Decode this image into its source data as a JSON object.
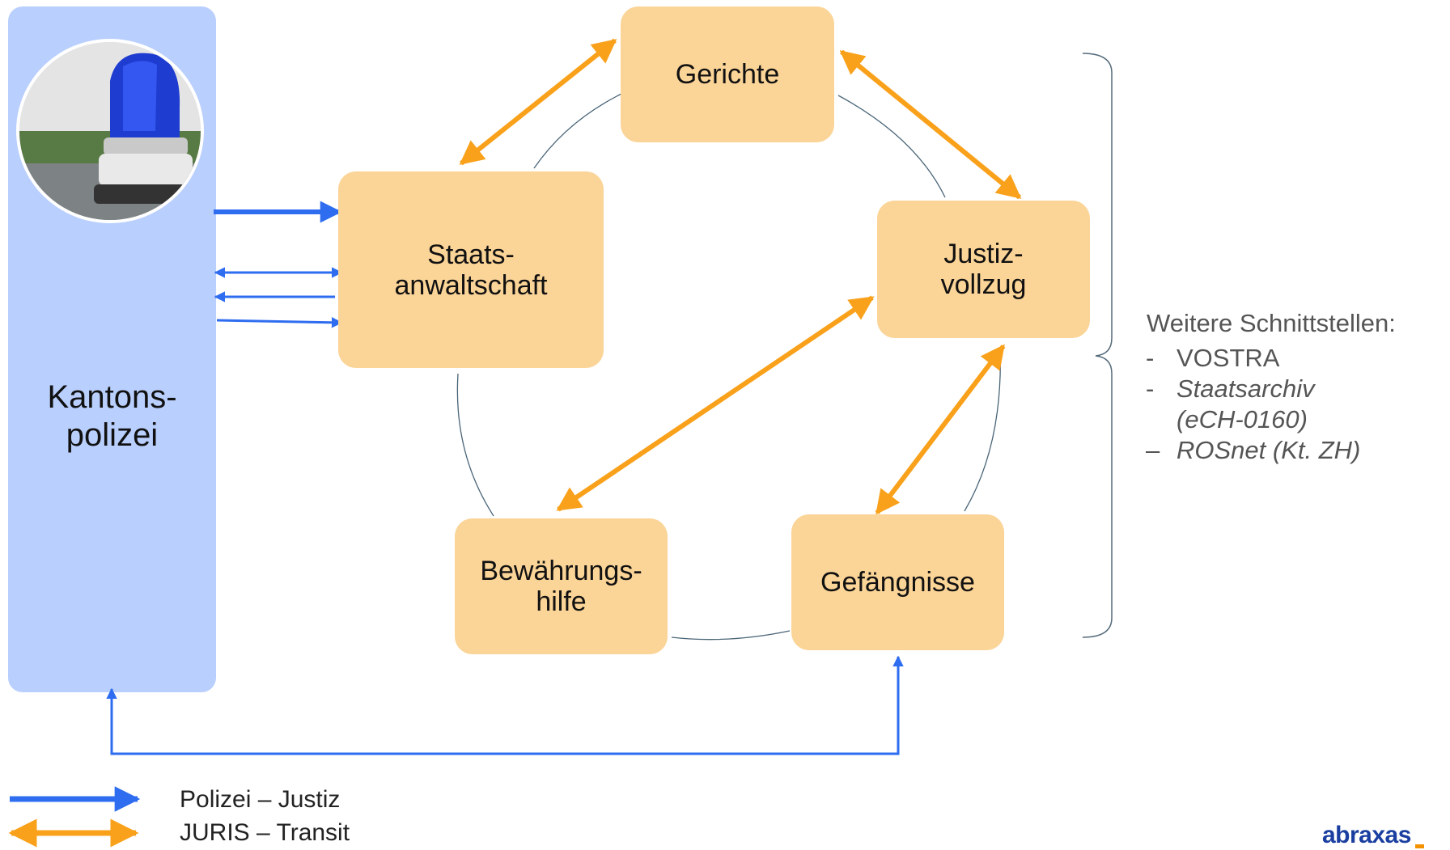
{
  "police": {
    "label_line1": "Kantons-",
    "label_line2": "polizei",
    "photo_icon": "police-blue-light-icon"
  },
  "nodes": {
    "gerichte": "Gerichte",
    "staatsanwaltschaft_line1": "Staats-",
    "staatsanwaltschaft_line2": "anwaltschaft",
    "justizvollzug_line1": "Justiz-",
    "justizvollzug_line2": "vollzug",
    "bewaehrungshilfe_line1": "Bewährungs-",
    "bewaehrungshilfe_line2": "hilfe",
    "gefaengnisse": "Gefängnisse"
  },
  "interfaces": {
    "title": "Weitere Schnittstellen:",
    "items": [
      {
        "bullet": "-",
        "line1": "VOSTRA",
        "line2": ""
      },
      {
        "bullet": "-",
        "line1": "Staatsarchiv",
        "line2": "(eCH-0160)"
      },
      {
        "bullet": "–",
        "line1": "ROSnet (Kt. ZH)",
        "line2": ""
      }
    ]
  },
  "legend": {
    "police_justiz": "Polizei – Justiz",
    "juris_transit": "JURIS – Transit"
  },
  "logo": "abraxas",
  "colors": {
    "police_blue": "#2f6df0",
    "juris_orange": "#f9a11b",
    "box_fill": "#fbd497",
    "police_panel": "#b9cffd"
  }
}
